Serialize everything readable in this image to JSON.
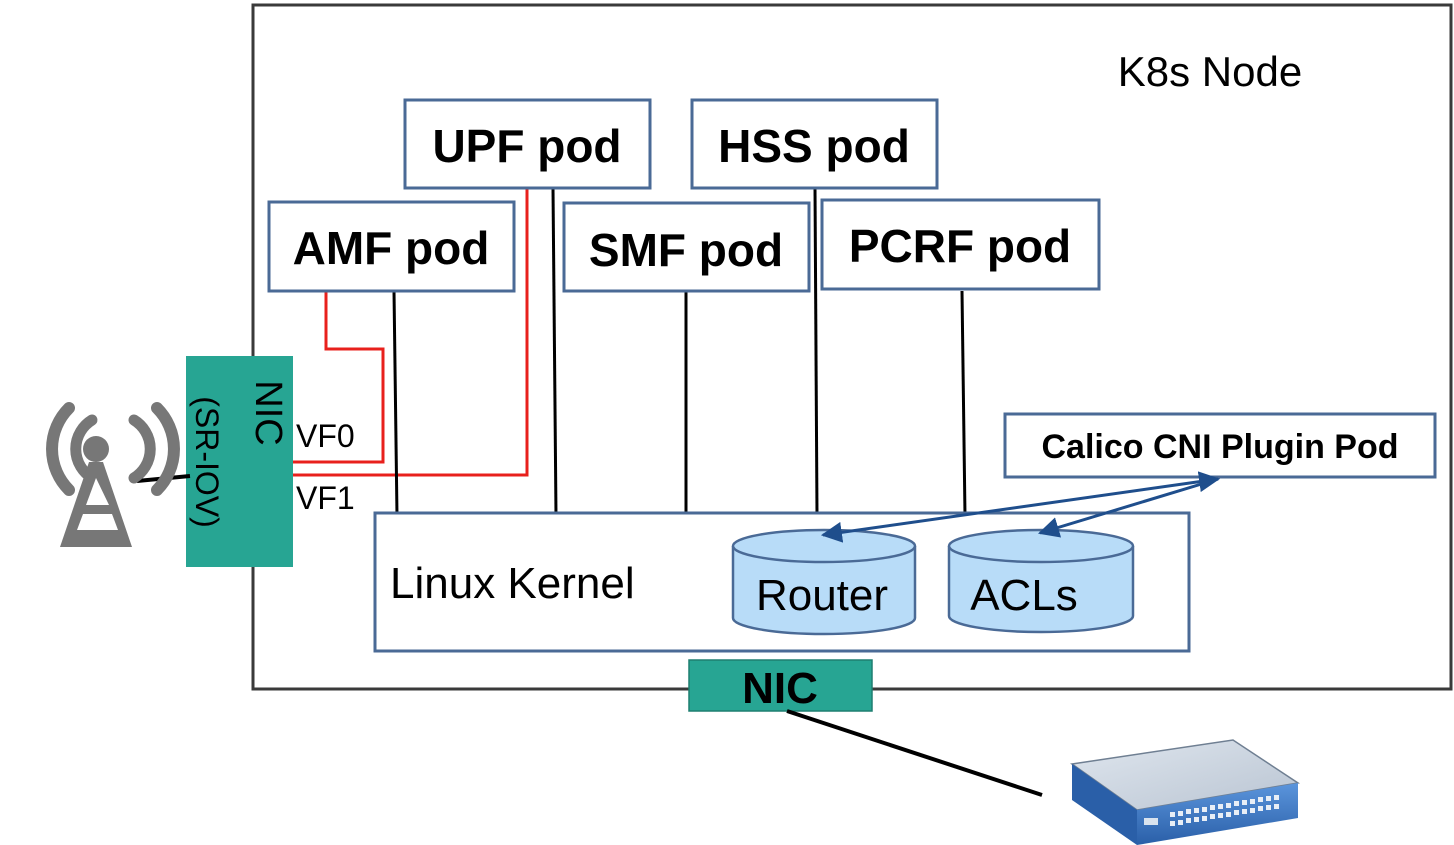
{
  "node": {
    "label": "K8s Node"
  },
  "pods": {
    "upf": "UPF pod",
    "hss": "HSS pod",
    "amf": "AMF pod",
    "smf": "SMF pod",
    "pcrf": "PCRF pod",
    "calico": "Calico CNI Plugin Pod"
  },
  "kernel": {
    "label": "Linux Kernel",
    "router": "Router",
    "acls": "ACLs"
  },
  "nic_sriov": {
    "label": "NIC",
    "sublabel": "(SR-IOV)",
    "vf0": "VF0",
    "vf1": "VF1"
  },
  "nic_bottom": {
    "label": "NIC"
  },
  "colors": {
    "pod_border": "#4a6a96",
    "nic_fill": "#27a593",
    "cylinder_fill": "#b8dcf8",
    "red_link": "#e8201c",
    "blue_arrow": "#1f4e8c",
    "node_border": "#3a3a3a",
    "tower": "#777777",
    "switch_blue": "#3f78c4"
  },
  "icons": [
    "radio-tower-icon",
    "network-switch-icon"
  ]
}
